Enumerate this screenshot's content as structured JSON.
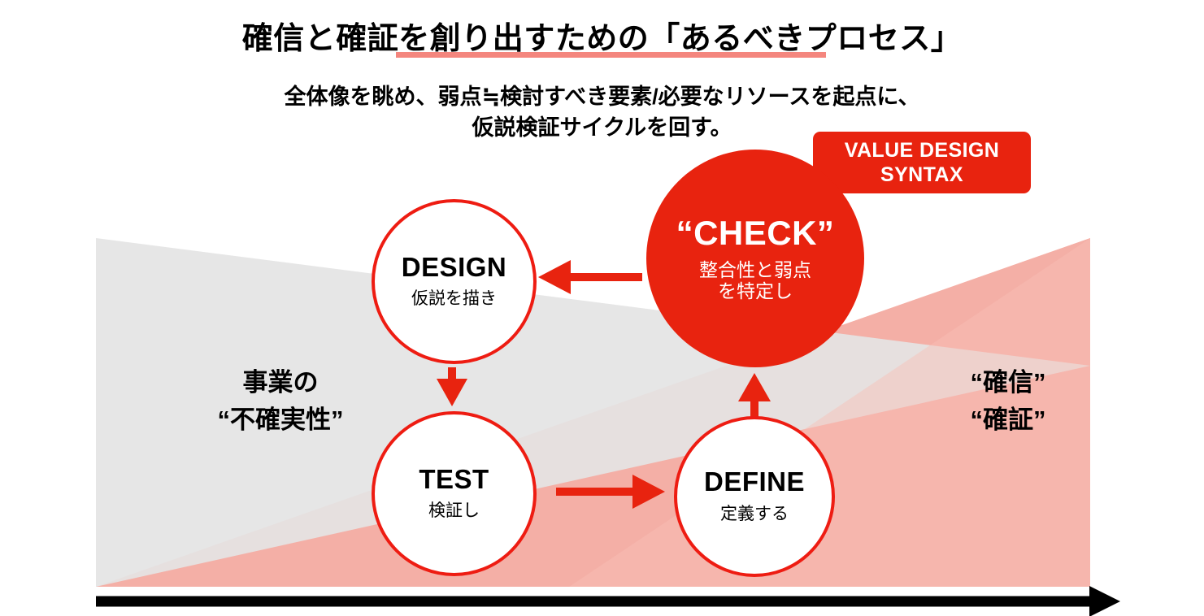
{
  "header": {
    "title": "確信と確証を創り出すための「あるべきプロセス」",
    "subtitle_line1": "全体像を眺め、弱点≒検討すべき要素/必要なリソースを起点に、",
    "subtitle_line2": "仮説検証サイクルを回す。"
  },
  "callout": {
    "line1": "VALUE DESIGN",
    "line2": "SYNTAX"
  },
  "side_labels": {
    "left_line1": "事業の",
    "left_line2": "“不確実性”",
    "right_line1": "“確信”",
    "right_line2": "“確証”"
  },
  "nodes": [
    {
      "id": "design",
      "title": "DESIGN",
      "sub1": "仮説を描き",
      "sub2": ""
    },
    {
      "id": "test",
      "title": "TEST",
      "sub1": "検証し",
      "sub2": ""
    },
    {
      "id": "define",
      "title": "DEFINE",
      "sub1": "定義する",
      "sub2": ""
    },
    {
      "id": "check",
      "title": "“CHECK”",
      "sub1": "整合性と弱点",
      "sub2": "を特定し"
    }
  ],
  "colors": {
    "red": "#E8230F",
    "red_outline": "#EE1C12",
    "pink_underline": "#F4867E",
    "pink_fill": "#F4AFA6",
    "pink_light": "#FBC9C1",
    "gray_fill": "#E4E4E4",
    "black": "#000000",
    "white": "#FFFFFF"
  },
  "axis_arrow": {
    "direction": "right",
    "label": ""
  }
}
